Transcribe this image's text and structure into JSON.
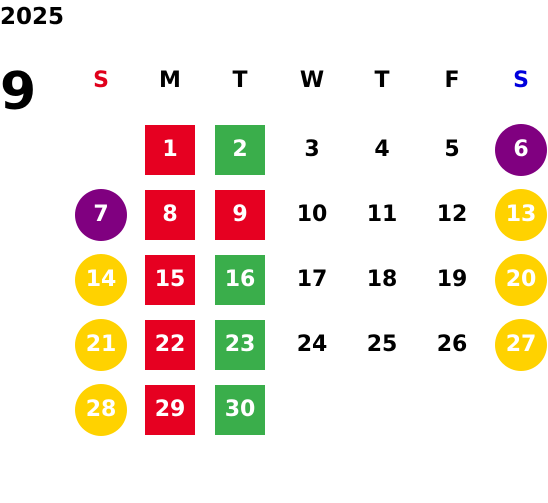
{
  "year": "2025",
  "month": "9",
  "weekdays": [
    {
      "label": "S",
      "color": "#e0001b"
    },
    {
      "label": "M",
      "color": "#000000"
    },
    {
      "label": "T",
      "color": "#000000"
    },
    {
      "label": "W",
      "color": "#000000"
    },
    {
      "label": "T",
      "color": "#000000"
    },
    {
      "label": "F",
      "color": "#000000"
    },
    {
      "label": "S",
      "color": "#0000dd"
    }
  ],
  "legend_colors": {
    "red": "#e60021",
    "green": "#3aae4b",
    "purple": "#800080",
    "yellow": "#ffd200"
  },
  "days": [
    {
      "label": "1",
      "row": 0,
      "col": 1,
      "mark": "red"
    },
    {
      "label": "2",
      "row": 0,
      "col": 2,
      "mark": "green"
    },
    {
      "label": "3",
      "row": 0,
      "col": 3,
      "mark": "none"
    },
    {
      "label": "4",
      "row": 0,
      "col": 4,
      "mark": "none"
    },
    {
      "label": "5",
      "row": 0,
      "col": 5,
      "mark": "none"
    },
    {
      "label": "6",
      "row": 0,
      "col": 6,
      "mark": "purple"
    },
    {
      "label": "7",
      "row": 1,
      "col": 0,
      "mark": "purple"
    },
    {
      "label": "8",
      "row": 1,
      "col": 1,
      "mark": "red"
    },
    {
      "label": "9",
      "row": 1,
      "col": 2,
      "mark": "red"
    },
    {
      "label": "10",
      "row": 1,
      "col": 3,
      "mark": "none"
    },
    {
      "label": "11",
      "row": 1,
      "col": 4,
      "mark": "none"
    },
    {
      "label": "12",
      "row": 1,
      "col": 5,
      "mark": "none"
    },
    {
      "label": "13",
      "row": 1,
      "col": 6,
      "mark": "yellow"
    },
    {
      "label": "14",
      "row": 2,
      "col": 0,
      "mark": "yellow"
    },
    {
      "label": "15",
      "row": 2,
      "col": 1,
      "mark": "red"
    },
    {
      "label": "16",
      "row": 2,
      "col": 2,
      "mark": "green"
    },
    {
      "label": "17",
      "row": 2,
      "col": 3,
      "mark": "none"
    },
    {
      "label": "18",
      "row": 2,
      "col": 4,
      "mark": "none"
    },
    {
      "label": "19",
      "row": 2,
      "col": 5,
      "mark": "none"
    },
    {
      "label": "20",
      "row": 2,
      "col": 6,
      "mark": "yellow"
    },
    {
      "label": "21",
      "row": 3,
      "col": 0,
      "mark": "yellow"
    },
    {
      "label": "22",
      "row": 3,
      "col": 1,
      "mark": "red"
    },
    {
      "label": "23",
      "row": 3,
      "col": 2,
      "mark": "green"
    },
    {
      "label": "24",
      "row": 3,
      "col": 3,
      "mark": "none"
    },
    {
      "label": "25",
      "row": 3,
      "col": 4,
      "mark": "none"
    },
    {
      "label": "26",
      "row": 3,
      "col": 5,
      "mark": "none"
    },
    {
      "label": "27",
      "row": 3,
      "col": 6,
      "mark": "yellow"
    },
    {
      "label": "28",
      "row": 4,
      "col": 0,
      "mark": "yellow"
    },
    {
      "label": "29",
      "row": 4,
      "col": 1,
      "mark": "red"
    },
    {
      "label": "30",
      "row": 4,
      "col": 2,
      "mark": "green"
    }
  ]
}
